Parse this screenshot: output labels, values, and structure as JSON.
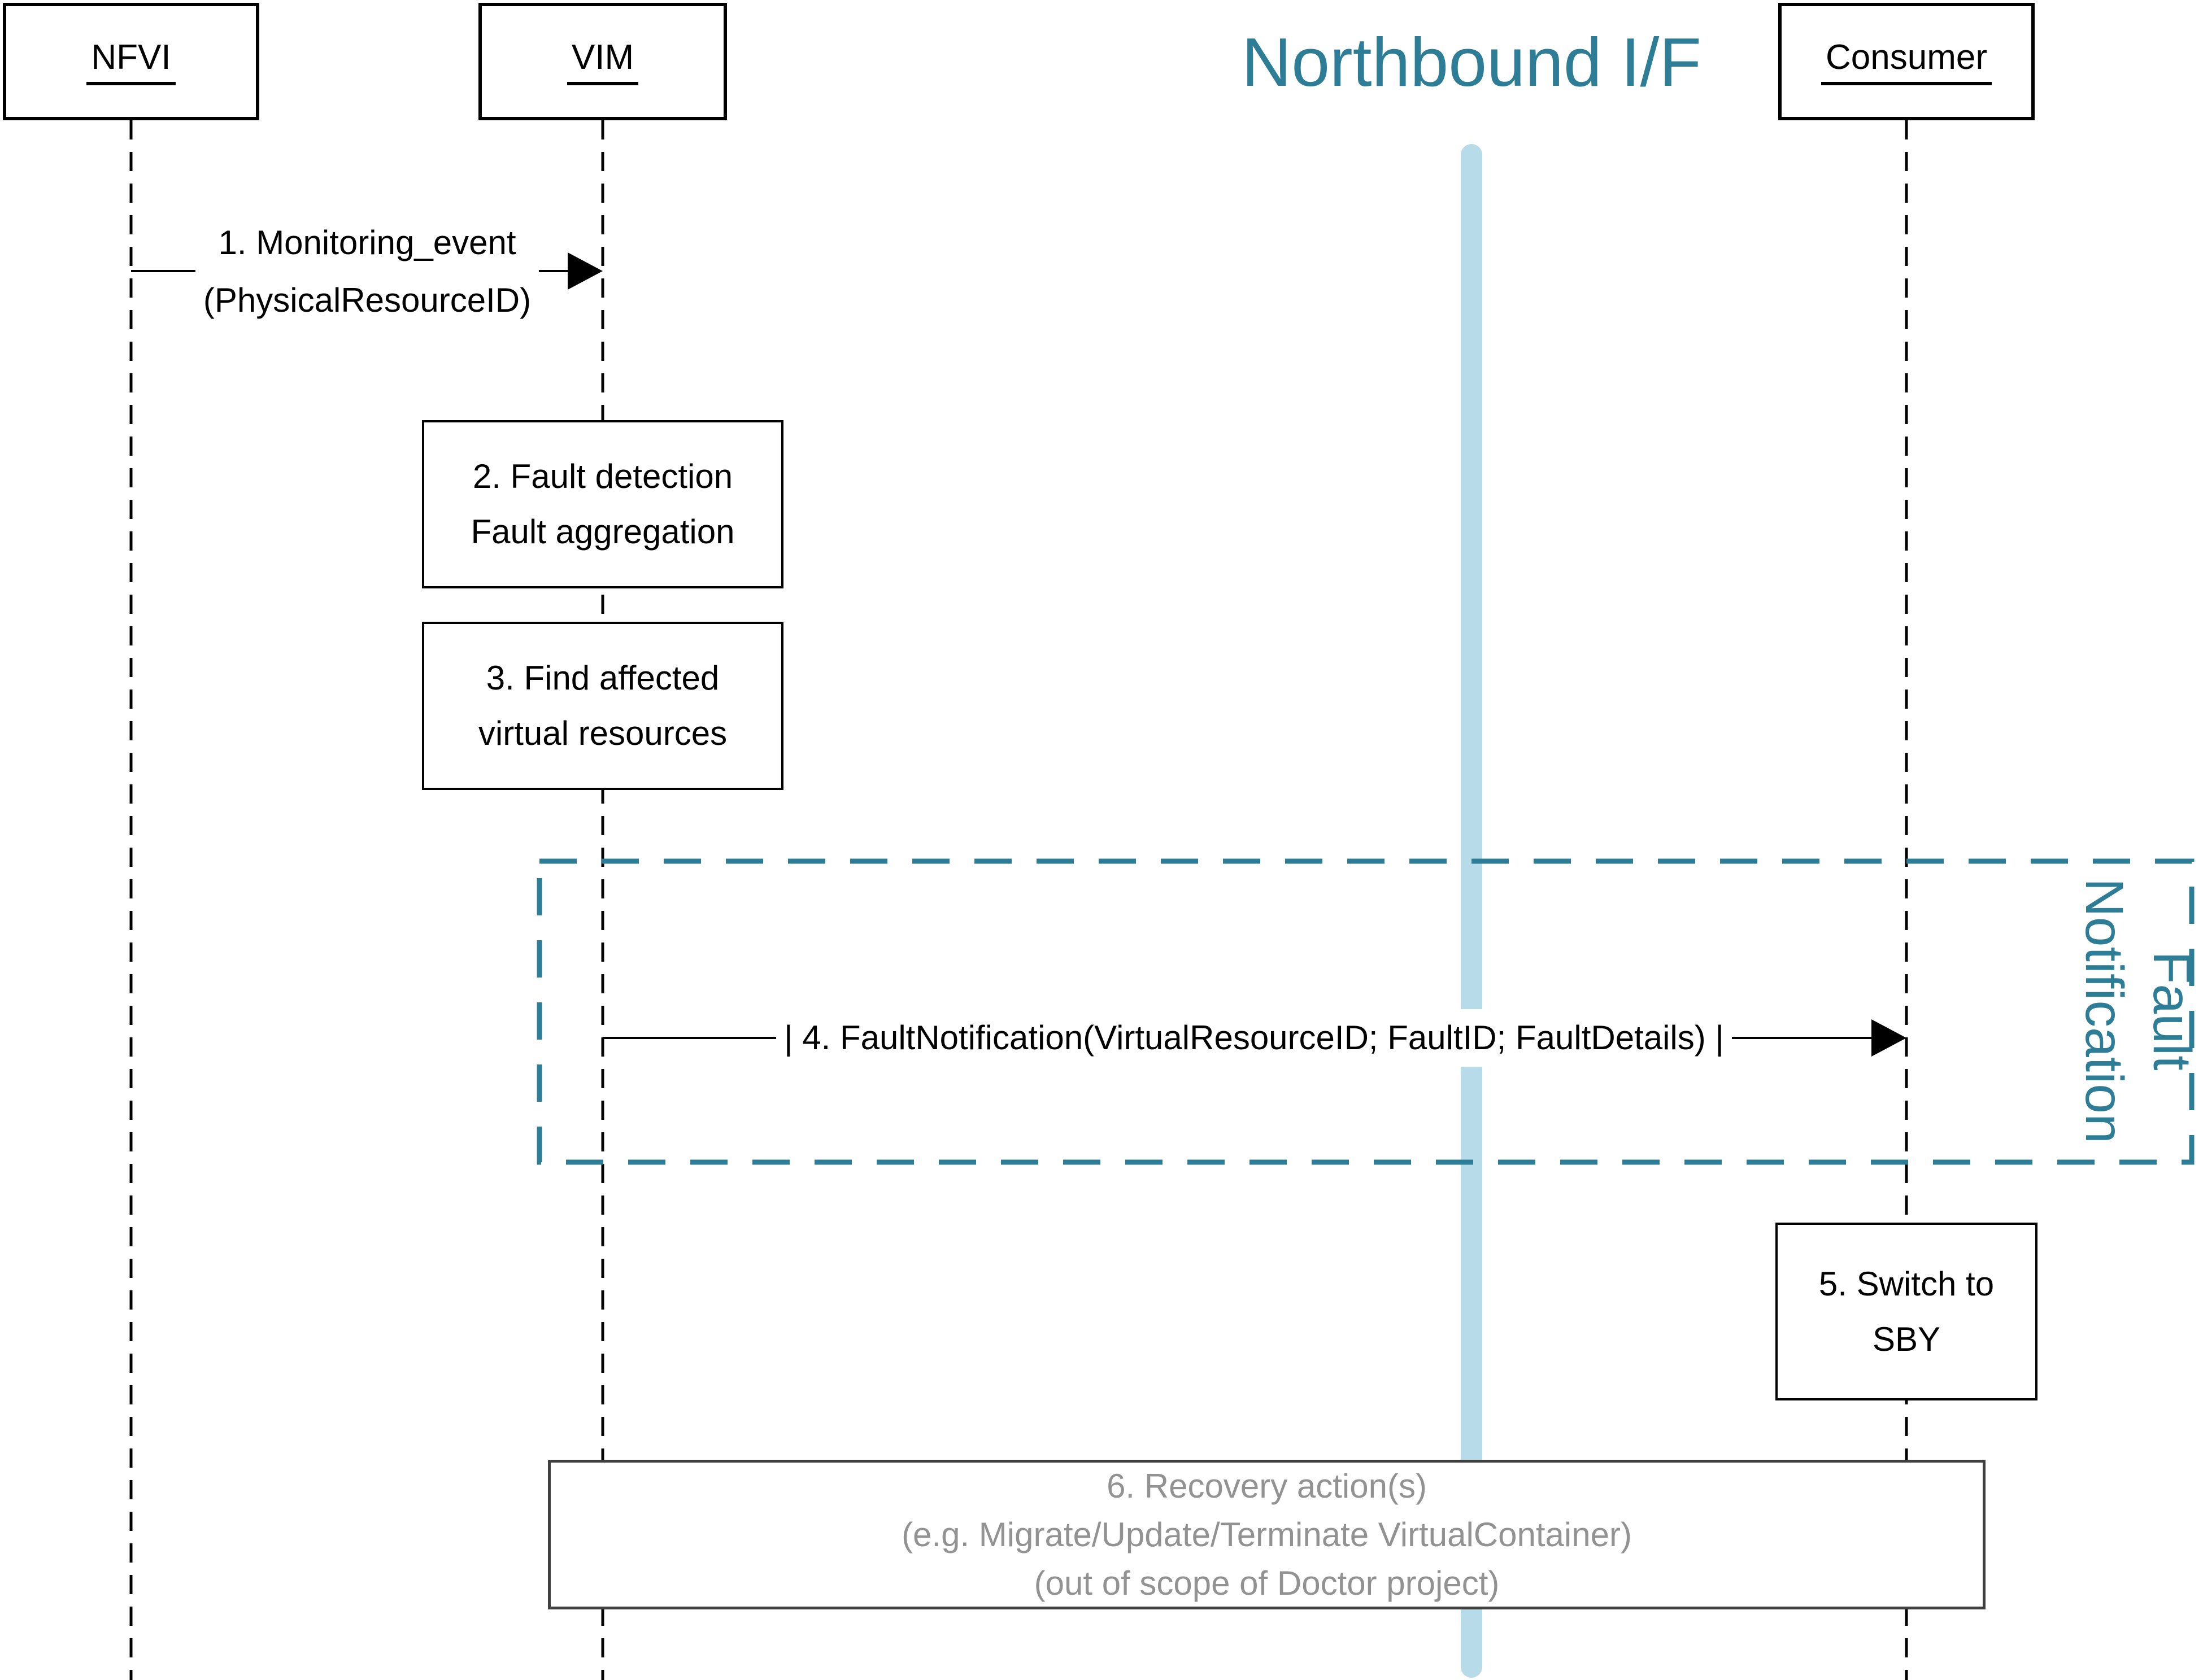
{
  "diagram": {
    "title": "Northbound I/F",
    "actors": [
      {
        "name": "NFVI"
      },
      {
        "name": "VIM"
      },
      {
        "name": "Consumer"
      }
    ],
    "messages": {
      "m1": {
        "line1": "1. Monitoring_event",
        "line2": "(PhysicalResourceID)"
      },
      "m4": {
        "label": "| 4. FaultNotification(VirtualResourceID; FaultID; FaultDetails) |"
      }
    },
    "steps": {
      "s2": {
        "line1": "2. Fault detection",
        "line2": "Fault aggregation"
      },
      "s3": {
        "line1": "3. Find affected",
        "line2": "virtual resources"
      },
      "s5": {
        "line1": "5. Switch to",
        "line2": "SBY"
      },
      "s6": {
        "line1": "6. Recovery action(s)",
        "line2": "(e.g. Migrate/Update/Terminate VirtualContainer)",
        "line3": "(out of scope of Doctor project)"
      }
    },
    "frame": {
      "label_line1": "Fault",
      "label_line2": "Notification"
    },
    "colors": {
      "teal": "#2E7D97",
      "light_blue": "#B7DBE8",
      "gray_text": "#929292",
      "black": "#000000"
    }
  }
}
